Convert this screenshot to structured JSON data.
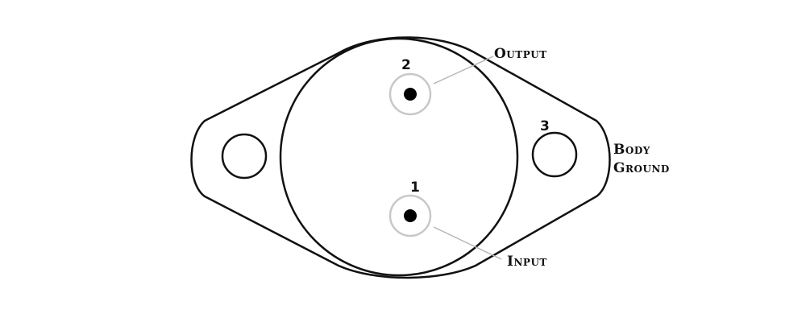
{
  "pins": [
    {
      "number": "1",
      "label": "Input"
    },
    {
      "number": "2",
      "label": "Output"
    },
    {
      "number": "3",
      "label_line1": "Body",
      "label_line2": "Ground"
    }
  ],
  "colors": {
    "outline": "#111111",
    "leader": "#b5b5b5",
    "pin_dot": "#000000"
  }
}
